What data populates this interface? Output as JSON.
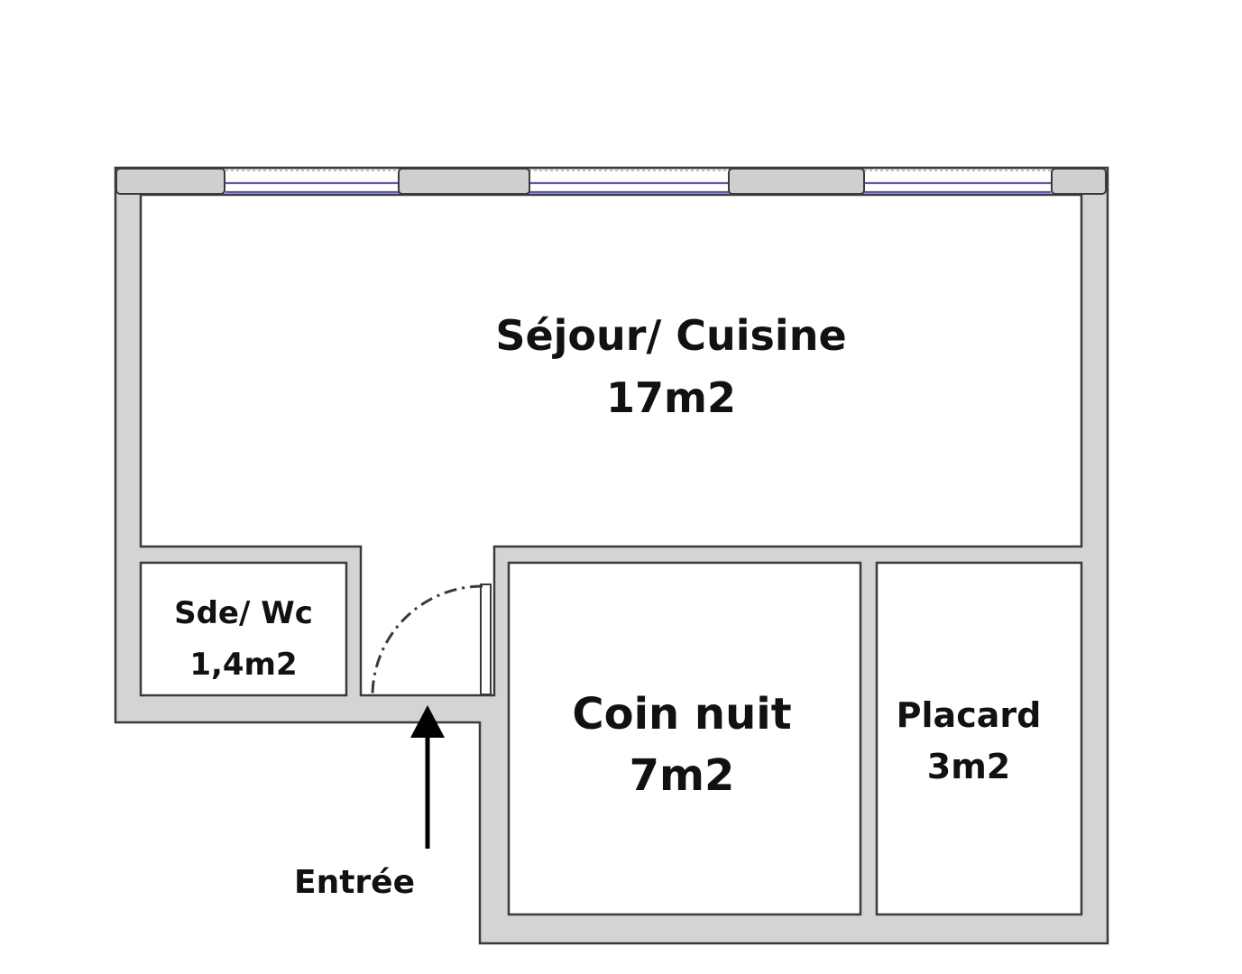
{
  "rooms": {
    "sejour": {
      "name": "Séjour/ Cuisine",
      "area": "17m2"
    },
    "sde": {
      "name": "Sde/ Wc",
      "area": "1,4m2"
    },
    "coin_nuit": {
      "name": "Coin nuit",
      "area": "7m2"
    },
    "placard": {
      "name": "Placard",
      "area": "3m2"
    }
  },
  "entrance": {
    "label": "Entrée"
  },
  "colors": {
    "wall_fill": "#d4d4d4",
    "wall_line": "#3a3a3a",
    "window_glass": "#5b5bb0"
  }
}
